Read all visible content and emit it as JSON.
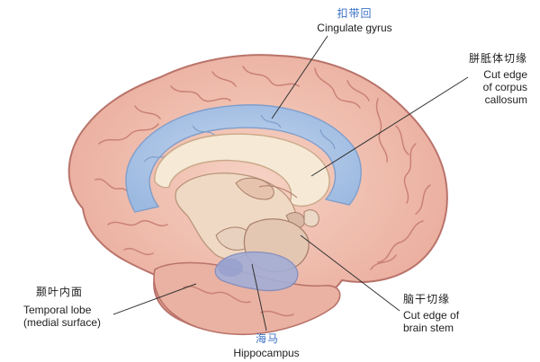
{
  "labels": {
    "cingulate": {
      "zh": "扣带回",
      "en": "Cingulate gyrus"
    },
    "corpus": {
      "zh": "胼胝体切缘",
      "en": "Cut edge\nof corpus\ncallosum"
    },
    "temporal": {
      "zh": "颞叶内面",
      "en": "Temporal lobe\n(medial surface)"
    },
    "stem": {
      "zh": "脑干切缘",
      "en": "Cut edge of\nbrain stem"
    },
    "hippocampus": {
      "zh": "海马",
      "en": "Hippocampus"
    }
  },
  "colors": {
    "cortex": "#f0c0b0",
    "cortex_outline": "#b9736a",
    "cingulate_region": "#a9c4e4",
    "corpus_callosum": "#f6e9d6",
    "hippocampus_region": "#a4aed6",
    "leader_line": "#333333",
    "chinese_label_accent": "#3c72c4"
  }
}
